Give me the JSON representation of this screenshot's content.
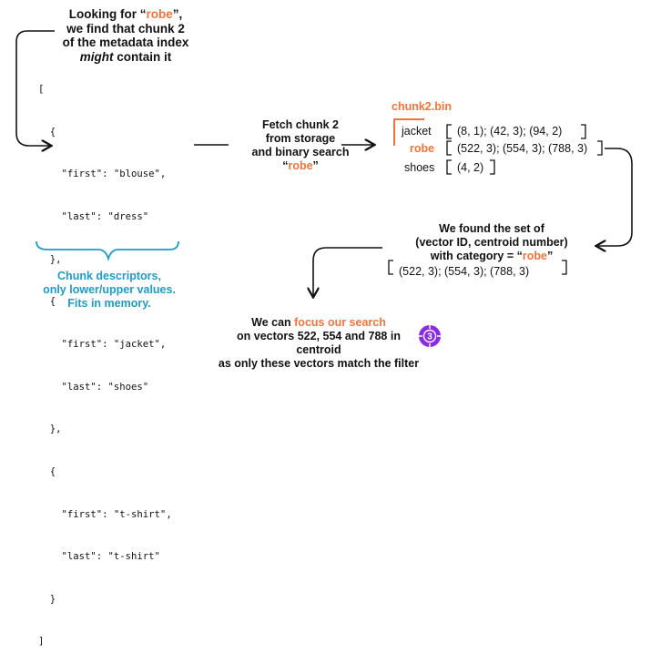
{
  "title": {
    "line1_pre": "Looking for “",
    "line1_hl": "robe",
    "line1_post": "”,",
    "line2": "we find that chunk 2",
    "line3": "of the metadata index",
    "line4_italic": "might",
    "line4_rest": " contain it"
  },
  "json_lines": [
    "[",
    "  {",
    "    \"first\": \"blouse\",",
    "    \"last\": \"dress\"",
    "  },",
    "  {",
    "    \"first\": \"jacket\",",
    "    \"last\": \"shoes\"",
    "  },",
    "  {",
    "    \"first\": \"t-shirt\",",
    "    \"last\": \"t-shirt\"",
    "  }",
    "]"
  ],
  "caption": {
    "line1": "Chunk descriptors,",
    "line2": "only lower/upper values.",
    "line3": "Fits in memory."
  },
  "fetch": {
    "line1": "Fetch chunk 2",
    "line2": "from storage",
    "line3": "and binary search",
    "line4_pre": "“",
    "line4_hl": "robe",
    "line4_post": "”"
  },
  "chunk": {
    "title": "chunk2.bin",
    "rows": [
      {
        "label": "jacket",
        "values": "(8, 1); (42, 3); (94, 2)",
        "highlight": false
      },
      {
        "label": "robe",
        "values": "(522, 3); (554, 3); (788, 3)",
        "highlight": true
      },
      {
        "label": "shoes",
        "values": "(4, 2)",
        "highlight": false
      }
    ]
  },
  "found": {
    "line1": "We found the set of",
    "line2": "(vector ID, centroid number)",
    "line3_pre": "with category = “",
    "line3_hl": "robe",
    "line3_post": "”",
    "values": "(522, 3); (554, 3); (788, 3)"
  },
  "focus": {
    "line1_pre": "We can ",
    "line1_hl": "focus our search",
    "line2": "on vectors 522, 554 and 788 in centroid",
    "line3": "as only these vectors match the filter",
    "badge": "3"
  },
  "colors": {
    "accent": "#f0743c",
    "caption": "#1e9bc7",
    "badge": "#8a2be2"
  }
}
